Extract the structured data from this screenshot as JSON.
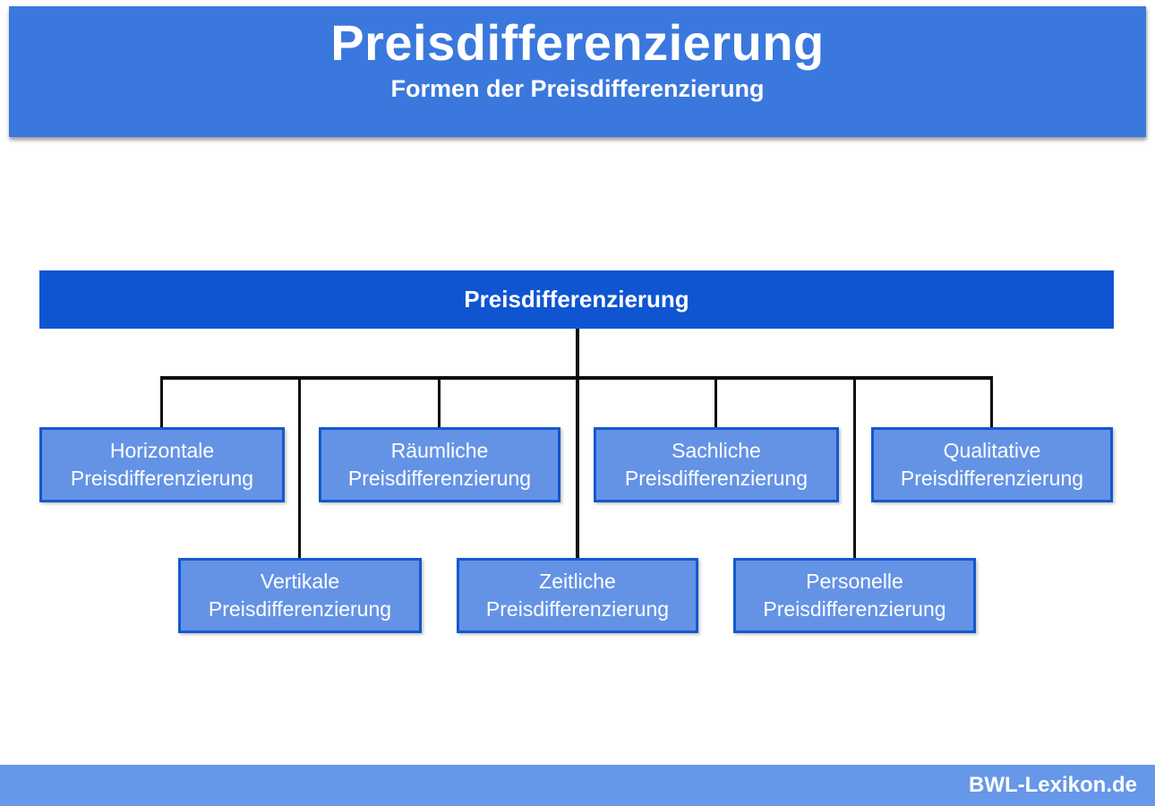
{
  "header": {
    "title": "Preisdifferenzierung",
    "subtitle": "Formen der Preisdifferenzierung"
  },
  "diagram": {
    "root": {
      "label": "Preisdifferenzierung"
    },
    "nodes": [
      {
        "id": "horizontale",
        "label": "Horizontale Preisdifferenzierung",
        "row": 1
      },
      {
        "id": "raeumliche",
        "label": "Räumliche Preisdifferenzierung",
        "row": 1
      },
      {
        "id": "sachliche",
        "label": "Sachliche Preisdifferenzierung",
        "row": 1
      },
      {
        "id": "qualitative",
        "label": "Qualitative Preisdifferenzierung",
        "row": 1
      },
      {
        "id": "vertikale",
        "label": "Vertikale Preisdifferenzierung",
        "row": 2
      },
      {
        "id": "zeitliche",
        "label": "Zeitliche Preisdifferenzierung",
        "row": 2
      },
      {
        "id": "personelle",
        "label": "Personelle Preisdifferenzierung",
        "row": 2
      }
    ]
  },
  "footer": {
    "brand": "BWL-Lexikon.de"
  },
  "colors": {
    "header_bg": "#3a78de",
    "root_bg": "#0f55d2",
    "node_bg": "#6493e6",
    "node_border": "#1458cc",
    "footer_bg": "#6697e8",
    "connector": "#0d0d0d",
    "text_on_blue": "#ffffff"
  }
}
